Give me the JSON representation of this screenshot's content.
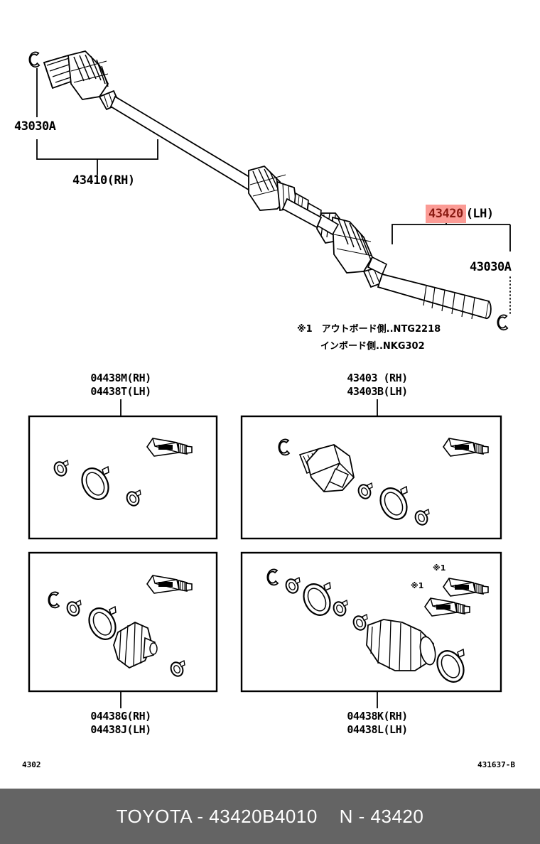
{
  "document": {
    "type": "toyota-parts-catalog-illustration",
    "page_code": "4302",
    "figure_code": "431637-B"
  },
  "main_assembly": {
    "left_snap_ring_label": "43030A",
    "left_shaft_label": "43410(RH)",
    "highlighted_part": {
      "number": "43420",
      "suffix": "(LH)",
      "highlight_color": "#fb9b95",
      "text_color": "#8a1a12"
    },
    "right_snap_ring_label": "43030A",
    "notes": [
      "※1　アウトボード側..NTG2218",
      "インボード側..NKG302"
    ]
  },
  "kits": [
    {
      "id": "kit-top-left",
      "label_position": "above",
      "lines": [
        "04438M(RH)",
        "04438T(LH)"
      ],
      "contents": [
        "clamp-small",
        "boot-band-ring",
        "clamp-large",
        "grease-tube"
      ]
    },
    {
      "id": "kit-top-right",
      "label_position": "above",
      "lines": [
        "43403 (RH)",
        "43403B(LH)"
      ],
      "contents": [
        "snap-ring",
        "cv-joint-housing",
        "clamp-small",
        "boot-band-ring",
        "clamp-large",
        "grease-tube"
      ]
    },
    {
      "id": "kit-bottom-left",
      "label_position": "below",
      "lines": [
        "04438G(RH)",
        "04438J(LH)"
      ],
      "contents": [
        "snap-ring",
        "clamp-small",
        "boot-band-ring",
        "rubber-boot",
        "clamp-large",
        "grease-tube"
      ]
    },
    {
      "id": "kit-bottom-right",
      "label_position": "below",
      "lines": [
        "04438K(RH)",
        "04438L(LH)"
      ],
      "contents": [
        "snap-ring",
        "clamp-small",
        "boot-band-ring",
        "clamp",
        "clamp",
        "rubber-boot",
        "boot-band-ring",
        "grease-tube-1",
        "grease-tube-2"
      ],
      "markers": [
        "※1",
        "※1"
      ]
    }
  ],
  "footer": {
    "text": "TOYOTA - 43420B4010    N - 43420"
  }
}
